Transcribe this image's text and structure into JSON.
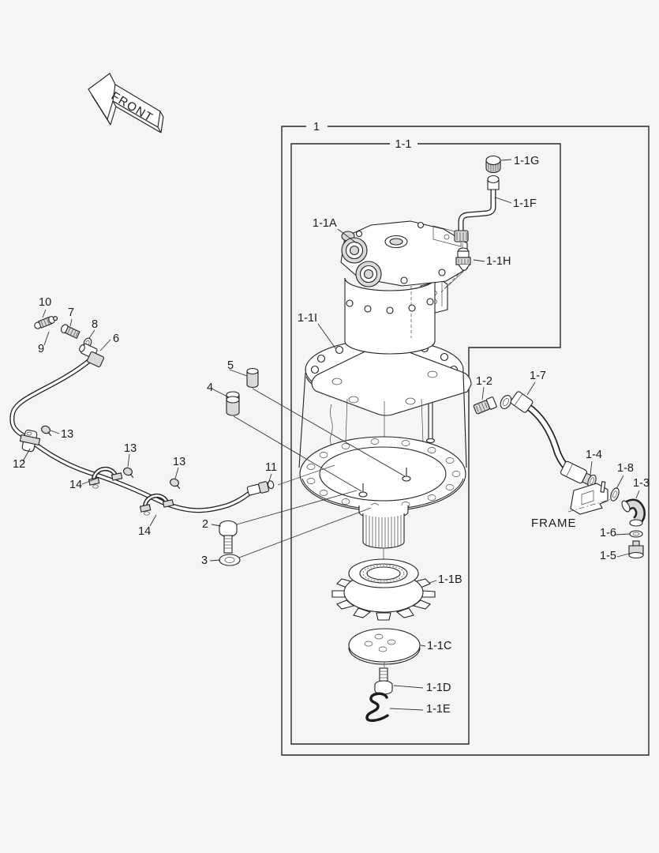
{
  "diagram": {
    "type": "exploded-parts-diagram",
    "orientation_marker": "FRONT",
    "mount_label": "FRAME",
    "colors": {
      "background": "#f5f5f3",
      "line": "#222222",
      "shade": "#d9d9d9"
    }
  },
  "callouts": {
    "n1": "1",
    "n1_1": "1-1",
    "n1_1a": "1-1A",
    "n1_1b": "1-1B",
    "n1_1c": "1-1C",
    "n1_1d": "1-1D",
    "n1_1e": "1-1E",
    "n1_1f": "1-1F",
    "n1_1g": "1-1G",
    "n1_1h": "1-1H",
    "n1_1i": "1-1I",
    "n1_2": "1-2",
    "n1_3": "1-3",
    "n1_4": "1-4",
    "n1_5": "1-5",
    "n1_6": "1-6",
    "n1_7": "1-7",
    "n1_8": "1-8",
    "n2": "2",
    "n3": "3",
    "n4": "4",
    "n5": "5",
    "n6": "6",
    "n7": "7",
    "n8": "8",
    "n9": "9",
    "n10": "10",
    "n11": "11",
    "n12": "12",
    "n13": "13",
    "n14": "14",
    "front": "FRONT",
    "frame": "FRAME"
  }
}
